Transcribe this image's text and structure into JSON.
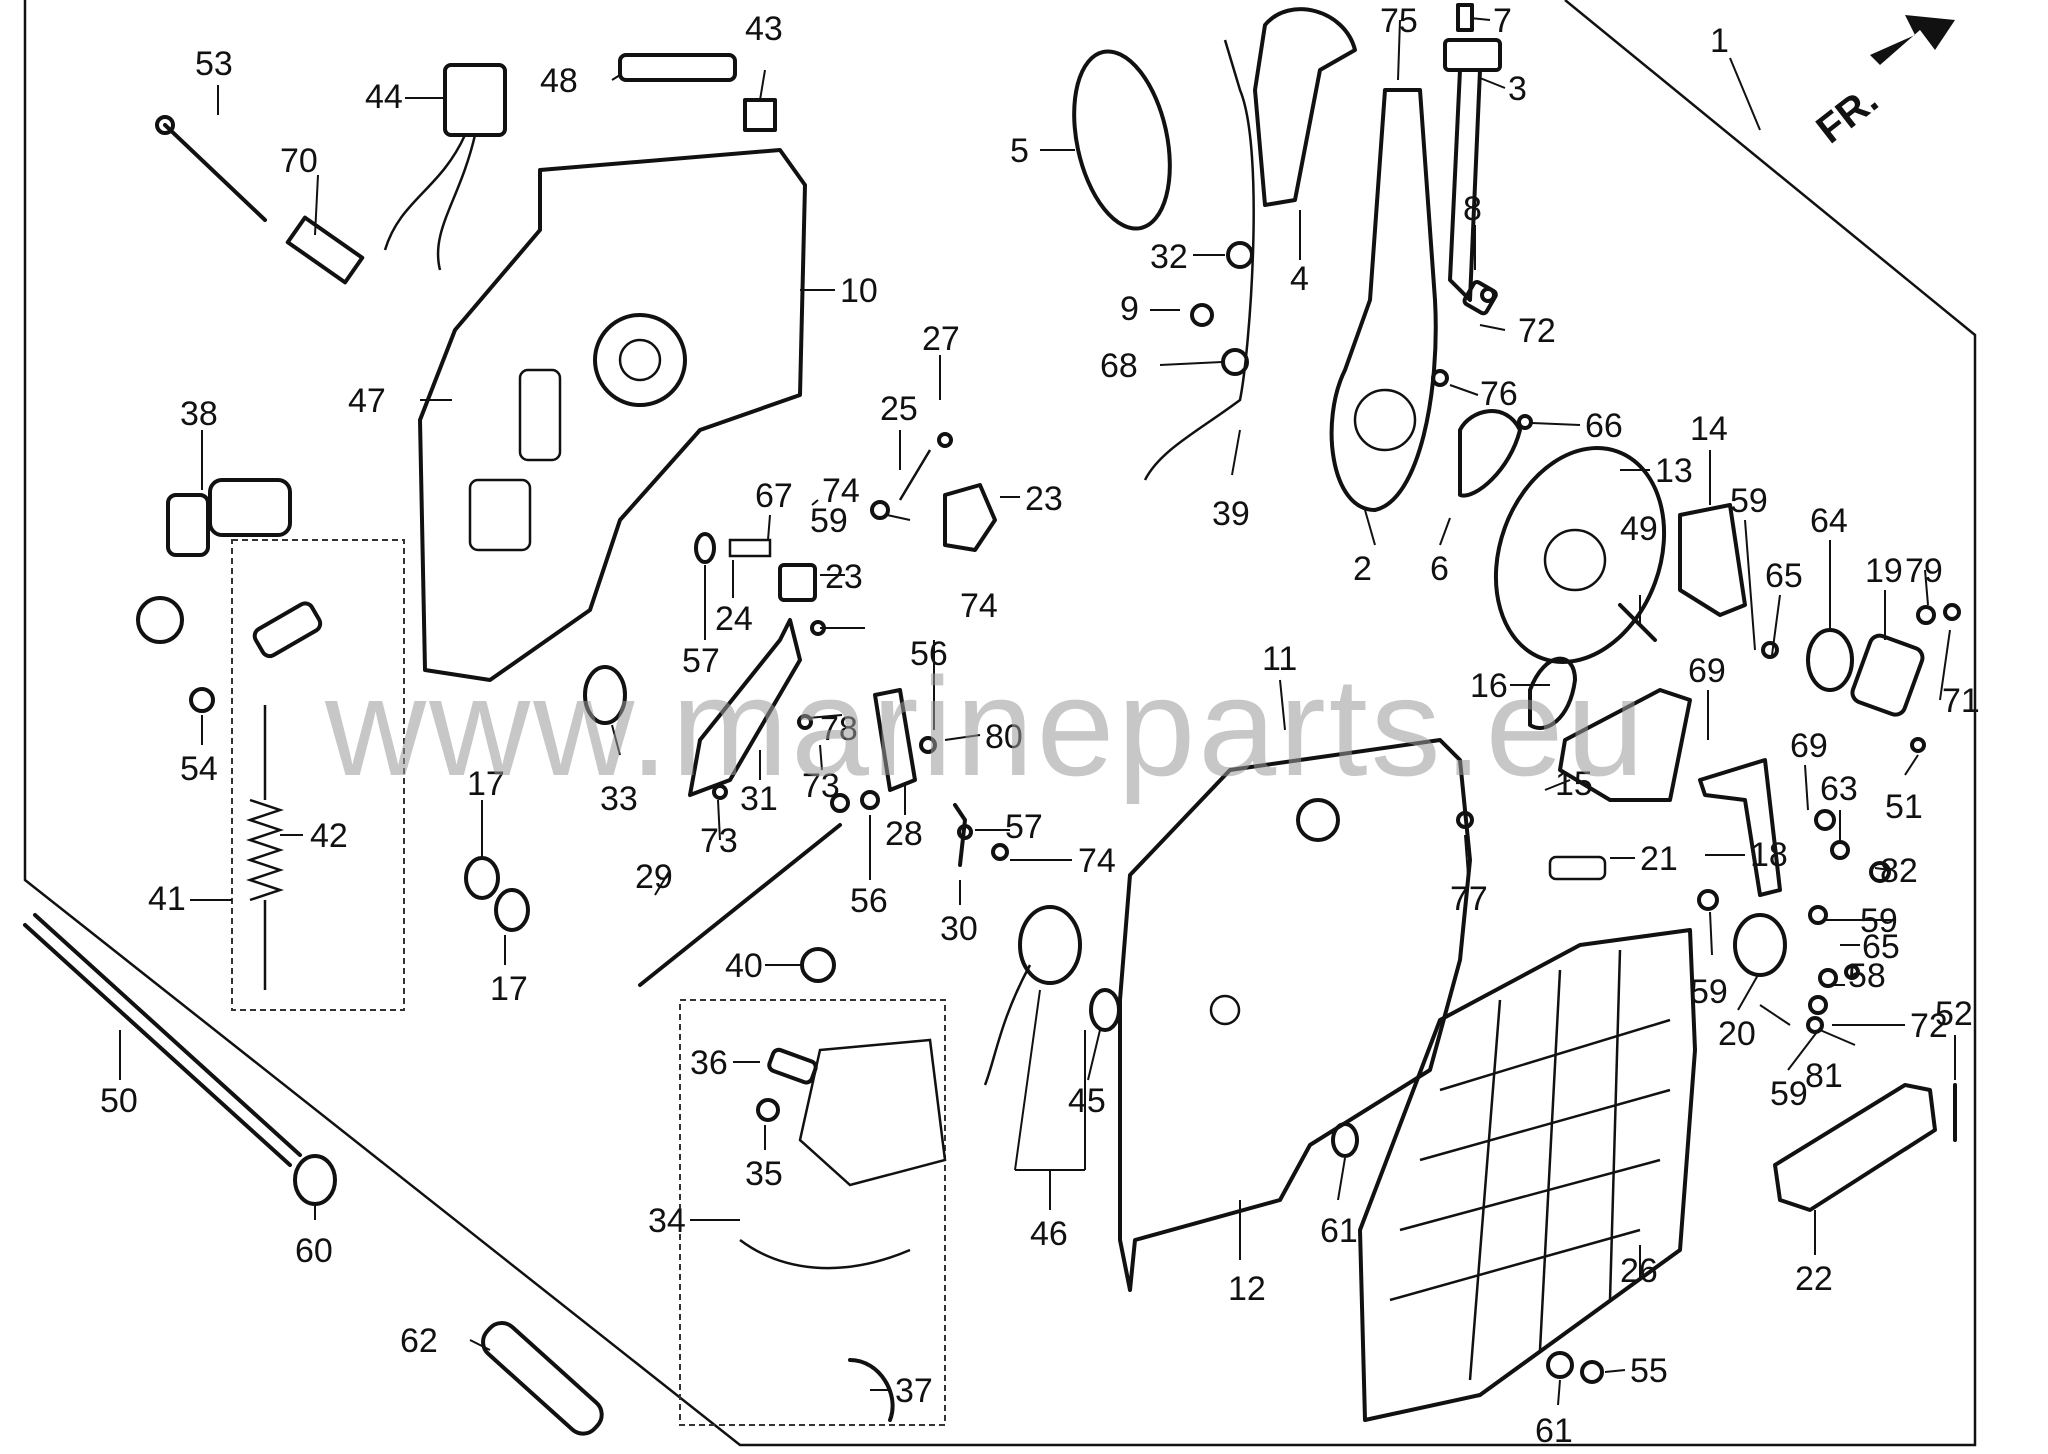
{
  "diagram": {
    "watermark": "www.marineparts.eu",
    "direction_label": "FR.",
    "part_numbers": [
      "1",
      "2",
      "3",
      "4",
      "5",
      "6",
      "7",
      "8",
      "9",
      "10",
      "11",
      "12",
      "13",
      "14",
      "15",
      "16",
      "17",
      "17",
      "18",
      "19",
      "20",
      "21",
      "22",
      "23",
      "23",
      "24",
      "25",
      "26",
      "27",
      "28",
      "29",
      "30",
      "31",
      "32",
      "33",
      "34",
      "35",
      "36",
      "37",
      "38",
      "39",
      "40",
      "41",
      "42",
      "43",
      "44",
      "45",
      "46",
      "47",
      "48",
      "49",
      "50",
      "51",
      "52",
      "53",
      "54",
      "55",
      "56",
      "56",
      "57",
      "57",
      "58",
      "59",
      "59",
      "59",
      "59",
      "59",
      "60",
      "61",
      "61",
      "62",
      "63",
      "64",
      "65",
      "65",
      "66",
      "67",
      "68",
      "69",
      "69",
      "70",
      "71",
      "72",
      "72",
      "73",
      "73",
      "74",
      "74",
      "74",
      "75",
      "76",
      "77",
      "78",
      "79",
      "80",
      "81",
      "82"
    ]
  }
}
